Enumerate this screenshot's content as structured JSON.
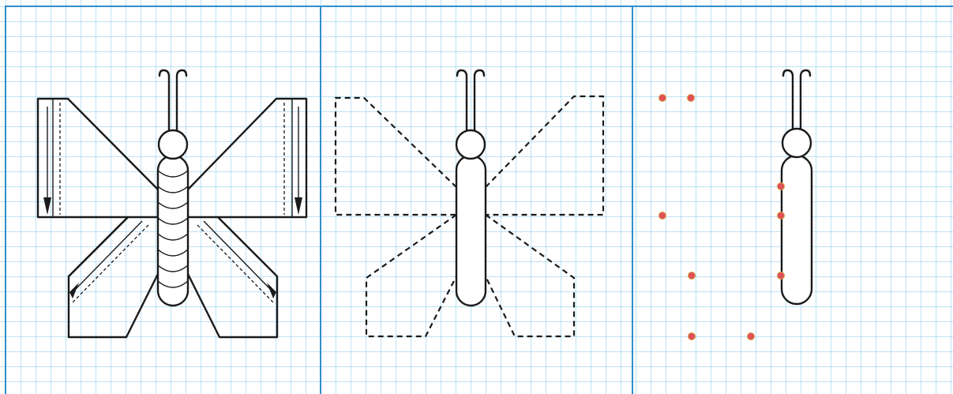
{
  "worksheet": {
    "panels": [
      {
        "id": "panel-1",
        "content": "butterfly-with-fold-arrows"
      },
      {
        "id": "panel-2",
        "content": "butterfly-dashed-outline"
      },
      {
        "id": "panel-3",
        "content": "butterfly-dot-to-dot"
      }
    ],
    "colors": {
      "grid_line": "#7cc6ea",
      "panel_divider": "#2f8fcc",
      "ink": "#1a1a1a",
      "dot_fill": "#e0505a",
      "dot_rim": "#d8a040"
    },
    "icons": [
      "butterfly-icon",
      "fold-arrow-icon",
      "guide-dot-icon"
    ]
  }
}
